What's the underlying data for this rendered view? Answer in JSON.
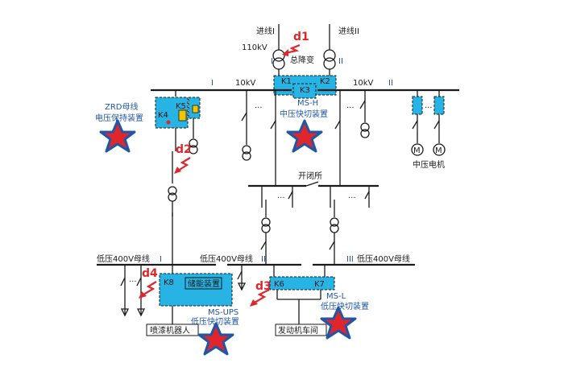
{
  "incoming": {
    "line1": "进线I",
    "line2": "进线II",
    "voltage": "110kV"
  },
  "transformer": {
    "label": "总降变",
    "left_roman": "I",
    "right_roman": "II"
  },
  "bus10kv": {
    "left_voltage": "10kV",
    "right_voltage": "10kV",
    "left_roman": "I",
    "right_roman": "II"
  },
  "faults": {
    "d1": "d1",
    "d2": "d2",
    "d3": "d3",
    "d4": "d4"
  },
  "switches": {
    "k1": "K1",
    "k2": "K2",
    "k3": "K3",
    "k4": "K4",
    "k5": "K5",
    "k6": "K6",
    "k7": "K7",
    "k8": "K8"
  },
  "devices": {
    "ms_h_code": "MS-H",
    "ms_h_name": "中压快切装置",
    "zrd_line1": "ZRD母线",
    "zrd_line2": "电压保持装置",
    "ms_ups_code": "MS-UPS",
    "ms_ups_name": "低压快切装置",
    "ms_l_code": "MS-L",
    "ms_l_name": "低压快切装置",
    "energy_storage": "储能装置"
  },
  "motors": {
    "symbol": "M",
    "label": "中压电机"
  },
  "switching_station": "开闭所",
  "lv_bus": {
    "left": "低压400V母线",
    "middle": "低压400V母线",
    "right": "低压400V母线",
    "left_roman": "I",
    "middle_roman": "II",
    "right_roman": "III"
  },
  "loads": {
    "robot": "喷漆机器人",
    "engine_shop": "发动机车间"
  },
  "ellipsis": "...",
  "colors": {
    "device_fill": "#27b3e4",
    "fault_red": "#e0262a",
    "label_blue": "#1f56a8",
    "star_red": "#e0262a",
    "star_outline": "#1f56a8"
  }
}
